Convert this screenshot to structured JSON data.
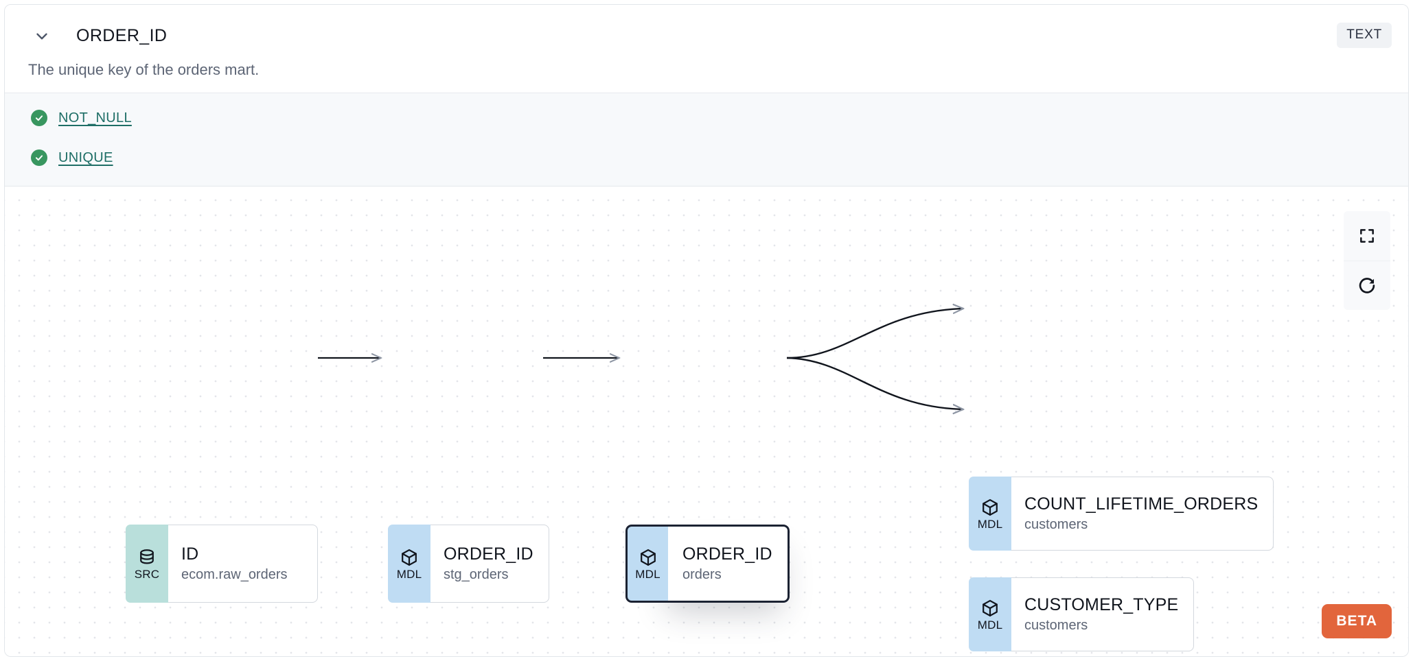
{
  "header": {
    "column_name": "ORDER_ID",
    "description": "The unique key of the orders mart.",
    "type_badge": "TEXT",
    "chevron_icon": "chevron-down-icon"
  },
  "tests": [
    {
      "label": "NOT_NULL",
      "status": "passed",
      "icon": "check-circle-icon"
    },
    {
      "label": "UNIQUE",
      "status": "passed",
      "icon": "check-circle-icon"
    }
  ],
  "lineage": {
    "nodes": [
      {
        "id": "src",
        "badge": "SRC",
        "badge_icon": "database-icon",
        "name": "ID",
        "resource": "ecom.raw_orders",
        "selected": false
      },
      {
        "id": "stg",
        "badge": "MDL",
        "badge_icon": "cube-icon",
        "name": "ORDER_ID",
        "resource": "stg_orders",
        "selected": false
      },
      {
        "id": "orders",
        "badge": "MDL",
        "badge_icon": "cube-icon",
        "name": "ORDER_ID",
        "resource": "orders",
        "selected": true
      },
      {
        "id": "count",
        "badge": "MDL",
        "badge_icon": "cube-icon",
        "name": "COUNT_LIFETIME_ORDERS",
        "resource": "customers",
        "selected": false
      },
      {
        "id": "custtype",
        "badge": "MDL",
        "badge_icon": "cube-icon",
        "name": "CUSTOMER_TYPE",
        "resource": "customers",
        "selected": false
      }
    ],
    "edges": [
      {
        "from": "src",
        "to": "stg"
      },
      {
        "from": "stg",
        "to": "orders"
      },
      {
        "from": "orders",
        "to": "count"
      },
      {
        "from": "orders",
        "to": "custtype"
      }
    ],
    "controls": [
      {
        "name": "fullscreen",
        "icon": "fullscreen-icon"
      },
      {
        "name": "refresh",
        "icon": "refresh-icon"
      }
    ],
    "beta_label": "BETA"
  },
  "colors": {
    "src_badge": "#b9dfdb",
    "mdl_badge": "#bfdcf3",
    "test_pass": "#38965f",
    "link": "#1e6e66",
    "beta": "#e2653c",
    "selected_border": "#1b2232"
  }
}
